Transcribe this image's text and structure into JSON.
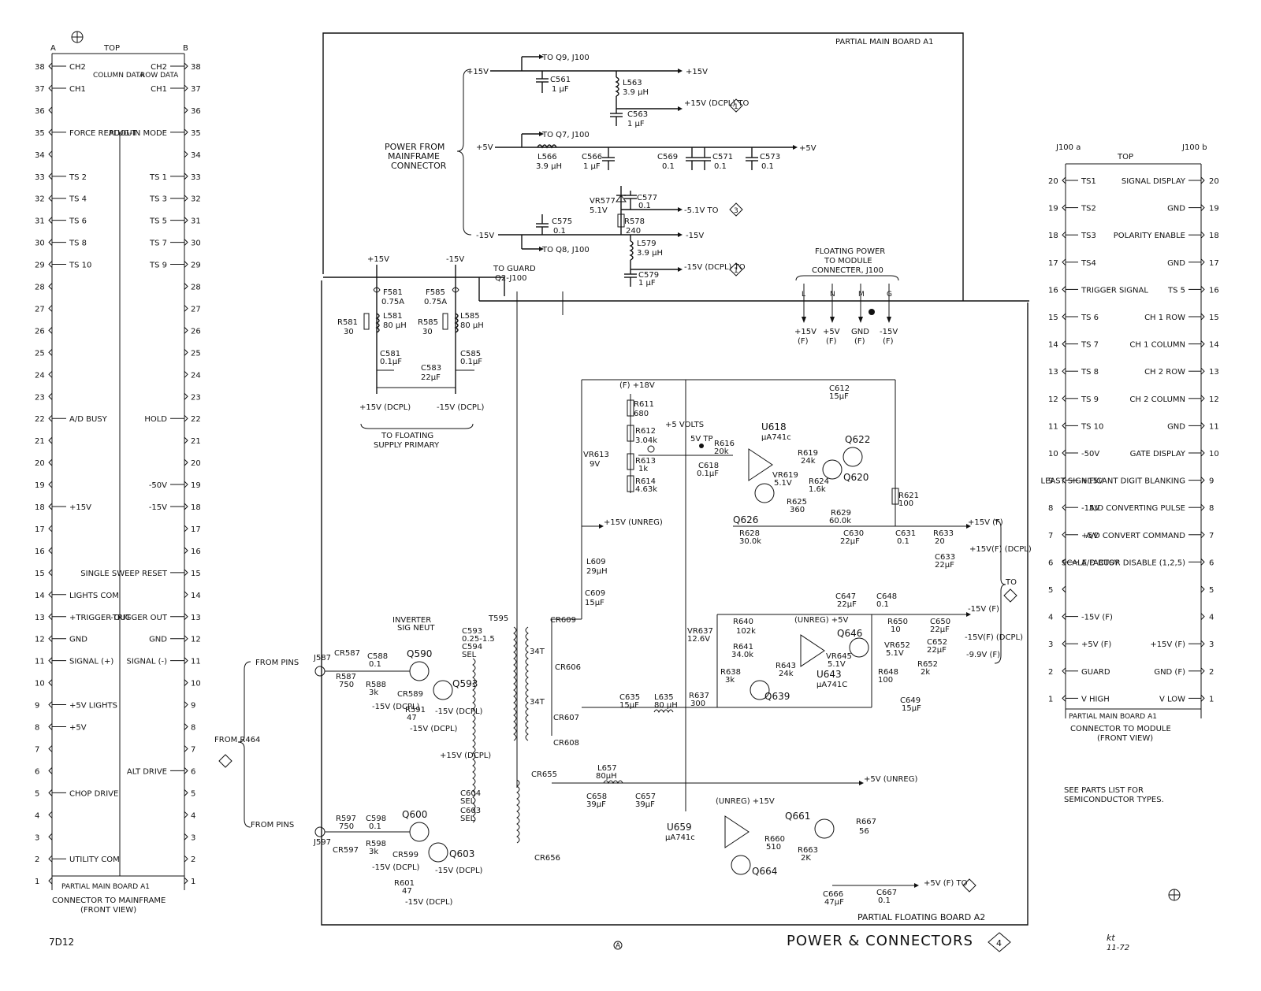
{
  "left_connector": {
    "col_a": "A",
    "top": "TOP",
    "col_b": "B",
    "a_labels": [
      {
        "pin": "38",
        "label": "CH2"
      },
      {
        "pin": "37",
        "label": "CH1"
      },
      {
        "pin": "35",
        "label": "FORCE READOUT"
      },
      {
        "pin": "33",
        "label": "TS 2"
      },
      {
        "pin": "32",
        "label": "TS 4"
      },
      {
        "pin": "31",
        "label": "TS 6"
      },
      {
        "pin": "30",
        "label": "TS 8"
      },
      {
        "pin": "29",
        "label": "TS 10"
      },
      {
        "pin": "22",
        "label": "A/D BUSY"
      },
      {
        "pin": "18",
        "label": "+15V"
      },
      {
        "pin": "14",
        "label": "LIGHTS COM"
      },
      {
        "pin": "13",
        "label": "+TRIGGER OUT"
      },
      {
        "pin": "12",
        "label": "GND"
      },
      {
        "pin": "11",
        "label": "SIGNAL (+)"
      },
      {
        "pin": "9",
        "label": "+5V LIGHTS"
      },
      {
        "pin": "8",
        "label": "+5V"
      },
      {
        "pin": "5",
        "label": "CHOP DRIVE"
      },
      {
        "pin": "2",
        "label": "UTILITY COM"
      }
    ],
    "b_labels": [
      {
        "pin": "38",
        "label": "CH2"
      },
      {
        "pin": "37",
        "label": "CH1"
      },
      {
        "pin": "35",
        "label": "PLUG-IN MODE"
      },
      {
        "pin": "33",
        "label": "TS 1"
      },
      {
        "pin": "32",
        "label": "TS 3"
      },
      {
        "pin": "31",
        "label": "TS 5"
      },
      {
        "pin": "30",
        "label": "TS 7"
      },
      {
        "pin": "29",
        "label": "TS 9"
      },
      {
        "pin": "22",
        "label": "HOLD"
      },
      {
        "pin": "19",
        "label": "-50V"
      },
      {
        "pin": "18",
        "label": "-15V"
      },
      {
        "pin": "15",
        "label": "SINGLE SWEEP RESET"
      },
      {
        "pin": "13",
        "label": "-TRIGGER OUT"
      },
      {
        "pin": "12",
        "label": "GND"
      },
      {
        "pin": "11",
        "label": "SIGNAL (-)"
      },
      {
        "pin": "6",
        "label": "ALT DRIVE"
      }
    ],
    "column_data": "COLUMN DATA",
    "row_data": "ROW DATA",
    "board": "PARTIAL MAIN BOARD A1",
    "caption1": "CONNECTOR TO MAINFRAME",
    "caption2": "(FRONT VIEW)"
  },
  "right_connector": {
    "hdr_left": "J100 a",
    "top": "TOP",
    "hdr_right": "J100 b",
    "rows": [
      {
        "pin": "20",
        "a": "TS1",
        "b": "SIGNAL DISPLAY"
      },
      {
        "pin": "19",
        "a": "TS2",
        "b": "GND"
      },
      {
        "pin": "18",
        "a": "TS3",
        "b": "POLARITY ENABLE"
      },
      {
        "pin": "17",
        "a": "TS4",
        "b": "GND"
      },
      {
        "pin": "16",
        "a": "TRIGGER SIGNAL",
        "b": "TS 5"
      },
      {
        "pin": "15",
        "a": "TS 6",
        "b": "CH 1 ROW"
      },
      {
        "pin": "14",
        "a": "TS 7",
        "b": "CH 1 COLUMN"
      },
      {
        "pin": "13",
        "a": "TS 8",
        "b": "CH 2 ROW"
      },
      {
        "pin": "12",
        "a": "TS 9",
        "b": "CH 2 COLUMN"
      },
      {
        "pin": "11",
        "a": "TS 10",
        "b": "GND"
      },
      {
        "pin": "10",
        "a": "-50V",
        "b": "GATE DISPLAY"
      },
      {
        "pin": "9",
        "a": "+15V",
        "b": "LEAST SIGNIFICANT DIGIT BLANKING"
      },
      {
        "pin": "8",
        "a": "-15V",
        "b": "A/D CONVERTING PULSE"
      },
      {
        "pin": "7",
        "a": "+5V",
        "b": "A/D CONVERT COMMAND"
      },
      {
        "pin": "6",
        "a": "A/D BUSY",
        "b": "SCALE FACTOR DISABLE (1,2,5)"
      },
      {
        "pin": "5",
        "a": "",
        "b": ""
      },
      {
        "pin": "4",
        "a": "-15V (F)",
        "b": ""
      },
      {
        "pin": "3",
        "a": "+5V (F)",
        "b": "+15V (F)"
      },
      {
        "pin": "2",
        "a": "GUARD",
        "b": "GND (F)"
      },
      {
        "pin": "1",
        "a": "V HIGH",
        "b": "V LOW"
      }
    ],
    "board": "PARTIAL MAIN BOARD A1",
    "caption1": "CONNECTOR TO MODULE",
    "caption2": "(FRONT VIEW)",
    "note1": "SEE PARTS LIST FOR",
    "note2": "SEMICONDUCTOR TYPES."
  },
  "main_board": {
    "title": "PARTIAL MAIN BOARD A1",
    "power_from": "POWER FROM",
    "mainframe": "MAINFRAME",
    "connector": "CONNECTOR",
    "p15": "+15V",
    "p5": "+5V",
    "m15": "-15V",
    "to_q9": "TO Q9, J100",
    "to_q7": "TO Q7, J100",
    "to_q8": "TO Q8, J100",
    "c561": "C561",
    "c561v": "1 µF",
    "l563": "L563",
    "l563v": "3.9 µH",
    "c563": "C563",
    "c563v": "1 µF",
    "dcpl15": "+15V (DCPL) TO",
    "l566": "L566",
    "l566v": "3.9 µH",
    "c566": "C566",
    "c566v": "1 µF",
    "c569": "C569",
    "c569v": "0.1",
    "c571": "C571",
    "c571v": "0.1",
    "c573": "C573",
    "c573v": "0.1",
    "vr577": "VR577",
    "vr577v": "5.1V",
    "c577": "C577",
    "c577v": "0.1",
    "minus51": "-5.1V TO",
    "r578": "R578",
    "r578v": "240",
    "c575": "C575",
    "c575v": "0.1",
    "l579": "L579",
    "l579v": "3.9 µH",
    "c579": "C579",
    "c579v": "1 µF",
    "dcplm15": "-15V (DCPL) TO",
    "n1": "1",
    "n3": "3",
    "floating1": "FLOATING POWER",
    "floating2": "TO MODULE",
    "floating3": "CONNECTER, J100",
    "fl": [
      "+15V (F)",
      "+5V (F)",
      "GND (F)",
      "-15V (F)"
    ],
    "pins": [
      "L",
      "N",
      "M",
      "G"
    ]
  },
  "floating_supply": {
    "p15": "+15V",
    "m15": "-15V",
    "f581": "F581",
    "f581v": "0.75A",
    "f585": "F585",
    "f585v": "0.75A",
    "r581": "R581",
    "r581v": "30",
    "l581": "L581",
    "l581v": "80 µH",
    "r585": "R585",
    "r585v": "30",
    "l585": "L585",
    "l585v": "80 µH",
    "c581": "C581",
    "c581v": "0.1µF",
    "c585": "C585",
    "c585v": "0.1µF",
    "c583": "C583",
    "c583v": "22µF",
    "dcpl_p": "+15V (DCPL)",
    "dcpl_m": "-15V (DCPL)",
    "to_float1": "TO FLOATING",
    "to_float2": "SUPPLY PRIMARY",
    "to_guard": "TO GUARD",
    "q2j100": "Q2-J100"
  },
  "floating_board": {
    "title": "PARTIAL FLOATING BOARD A2",
    "f18": "(F) +18V",
    "r611": "R611",
    "r611v": "680",
    "r612": "R612",
    "r612v": "3.04k",
    "vr613": "VR613",
    "vr613v": "9V",
    "r613": "R613",
    "r613v": "1k",
    "r614": "R614",
    "r614v": "4.63k",
    "plus5volts": "+5 VOLTS",
    "fivetp": "5V TP",
    "r616": "R616",
    "r616v": "20k",
    "c618": "C618",
    "c618v": "0.1µF",
    "u618": "U618",
    "u618v": "µA741c",
    "r619": "R619",
    "r619v": "24k",
    "vr619": "VR619",
    "vr619v": "5.1V",
    "r624": "R624",
    "r624v": "1.6k",
    "q622": "Q622",
    "q620": "Q620",
    "q626": "Q626",
    "c612": "C612",
    "c612v": "15µF",
    "r621": "R621",
    "r621v": "100",
    "r625": "R625",
    "r625v": "360",
    "r629": "R629",
    "r629v": "60.0k",
    "r628": "R628",
    "r628v": "30.0k",
    "c630": "C630",
    "c630v": "22µF",
    "c631": "C631",
    "c631v": "0.1",
    "r633": "R633",
    "r633v": "20",
    "c633": "C633",
    "c633v": "22µF",
    "p15f": "+15V (F)",
    "p15fd": "+15V(F) (DCPL)",
    "p15unreg": "+15V (UNREG)",
    "l609": "L609",
    "l609v": "29µH",
    "c609": "C609",
    "c609v": "15µF",
    "cr609": "CR609",
    "cr606": "CR606",
    "cr607": "CR607",
    "cr608": "CR608",
    "t595": "T595",
    "turns34a": "34T",
    "turns34b": "34T",
    "c635": "C635",
    "c635v": "15µF",
    "l635": "L635",
    "l635v": "80 µH",
    "vr637": "VR637",
    "vr637v": "12.6V",
    "r640": "R640",
    "r640v": "102k",
    "r641": "R641",
    "r641v": "34.0k",
    "r638": "R638",
    "r638v": "3k",
    "r637": "R637",
    "r637v": "300",
    "q639": "Q639",
    "unreg_p5": "(UNREG) +5V",
    "u643": "U643",
    "u643v": "µA741C",
    "r643": "R643",
    "r643v": "24k",
    "vr645": "VR645",
    "vr645v": "5.1V",
    "q646": "Q646",
    "c647": "C647",
    "c647v": "22µF",
    "c648": "C648",
    "c648v": "0.1",
    "r650": "R650",
    "r650v": "10",
    "c650": "C650",
    "c650v": "22µF",
    "c652": "C652",
    "c652v": "22µF",
    "vr652": "VR652",
    "vr652v": "5.1V",
    "r652": "R652",
    "r652v": "2k",
    "r648": "R648",
    "r648v": "100",
    "c649": "C649",
    "c649v": "15µF",
    "m15f": "-15V (F)",
    "m15fd": "-15V(F) (DCPL)",
    "m99": "-9.9V (F)",
    "to2": "TO",
    "cr655": "CR655",
    "cr656": "CR656",
    "l657": "L657",
    "l657v": "80µH",
    "c658": "C658",
    "c658v": "39µF",
    "c657": "C657",
    "c657v": "39µF",
    "p5unreg": "+5V (UNREG)",
    "u659": "U659",
    "u659v": "µA741c",
    "unreg15": "(UNREG) +15V",
    "q661": "Q661",
    "r660": "R660",
    "r660v": "510",
    "r663": "R663",
    "r663v": "2K",
    "q664": "Q664",
    "r667": "R667",
    "r667v": "56",
    "c666": "C666",
    "c666v": "47µF",
    "c667": "C667",
    "c667v": "0.1",
    "p5f": "+5V (F) TO",
    "inverter": "INVERTER",
    "signeut": "SIG NEUT",
    "c593": "C593",
    "c593v": "0.25-1.5",
    "c594": "C594",
    "c594v": "SEL",
    "j587": "J587",
    "j597": "J597",
    "from_pins": "FROM PINS",
    "cr587": "CR587",
    "r587": "R587",
    "r587v": "750",
    "c588": "C588",
    "c588v": "0.1",
    "r588": "R588",
    "r588v": "3k",
    "q590": "Q590",
    "q593": "Q593",
    "cr589": "CR589",
    "r591": "R591",
    "r591v": "47",
    "m15dcpl": "-15V (DCPL)",
    "from_r464": "FROM R464",
    "p15dcpl": "+15V (DCPL)",
    "c604": "C604",
    "c604v": "SEL",
    "c603": "C603",
    "c603v": "SEL",
    "r597": "R597",
    "r597v": "750",
    "cr597": "CR597",
    "c598": "C598",
    "c598v": "0.1",
    "r598": "R598",
    "r598v": "3k",
    "q600": "Q600",
    "q603": "Q603",
    "cr599": "CR599",
    "r601": "R601",
    "r601v": "47"
  },
  "footer": {
    "model": "7D12",
    "title": "POWER & CONNECTORS",
    "title_num": "4",
    "center_mark": "A",
    "initials": "kt",
    "date": "11-72"
  }
}
